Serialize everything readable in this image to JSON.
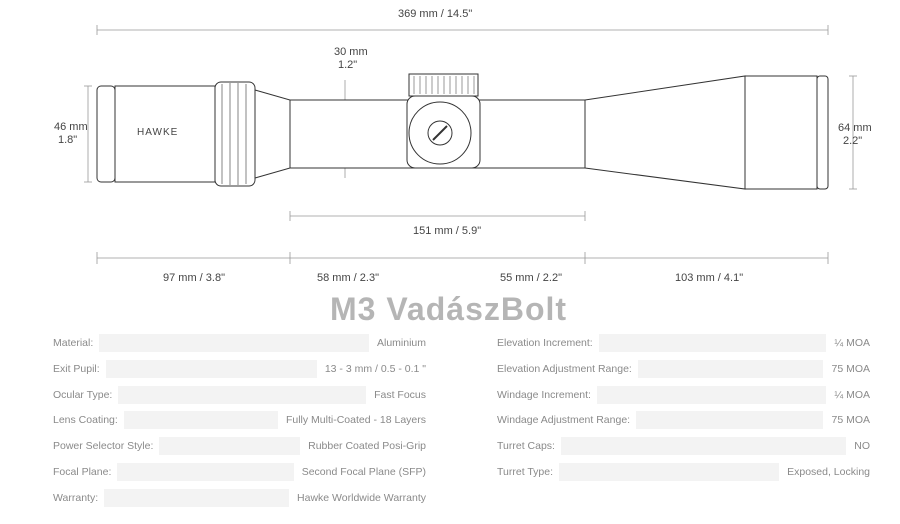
{
  "brand": "HAWKE",
  "watermark": "M3 VadászBolt",
  "dimensions": {
    "overall": "369 mm / 14.5\"",
    "tube_mm": "30 mm",
    "tube_in": "1.2\"",
    "ocular_mm": "46 mm",
    "ocular_in": "1.8\"",
    "objective_mm": "64 mm",
    "objective_in": "2.2\"",
    "tube_length": "151 mm / 5.9\"",
    "seg1": "97 mm / 3.8\"",
    "seg2": "58 mm / 2.3\"",
    "seg3": "55 mm / 2.2\"",
    "seg4": "103 mm / 4.1\""
  },
  "specs_left": [
    {
      "label": "Material:",
      "value": "Aluminium"
    },
    {
      "label": "Exit Pupil:",
      "value": "13 - 3 mm / 0.5 - 0.1 \""
    },
    {
      "label": "Ocular Type:",
      "value": "Fast Focus"
    },
    {
      "label": "Lens Coating:",
      "value": "Fully Multi-Coated - 18 Layers"
    },
    {
      "label": "Power Selector Style:",
      "value": "Rubber Coated Posi-Grip"
    },
    {
      "label": "Focal Plane:",
      "value": "Second Focal Plane (SFP)"
    },
    {
      "label": "Warranty:",
      "value": "Hawke Worldwide Warranty"
    }
  ],
  "specs_right": [
    {
      "label": "Elevation Increment:",
      "value": "¼ MOA"
    },
    {
      "label": "Elevation Adjustment Range:",
      "value": "75 MOA"
    },
    {
      "label": "Windage Increment:",
      "value": "¼ MOA"
    },
    {
      "label": "Windage Adjustment Range:",
      "value": "75 MOA"
    },
    {
      "label": "Turret Caps:",
      "value": "NO"
    },
    {
      "label": "Turret Type:",
      "value": "Exposed, Locking"
    }
  ]
}
